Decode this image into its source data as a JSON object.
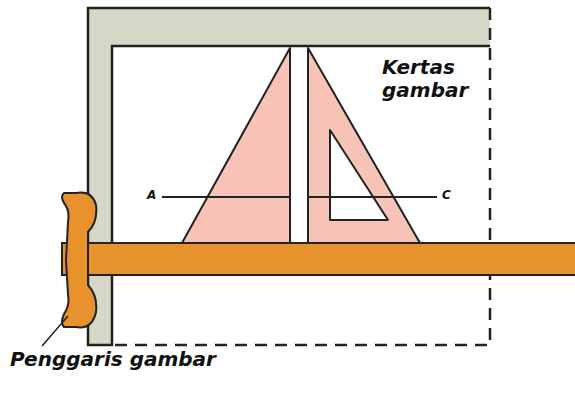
{
  "diagram": {
    "labels": [
      "Kertas gambar",
      "A",
      "C",
      "Penggaris gambar"
    ]
  }
}
